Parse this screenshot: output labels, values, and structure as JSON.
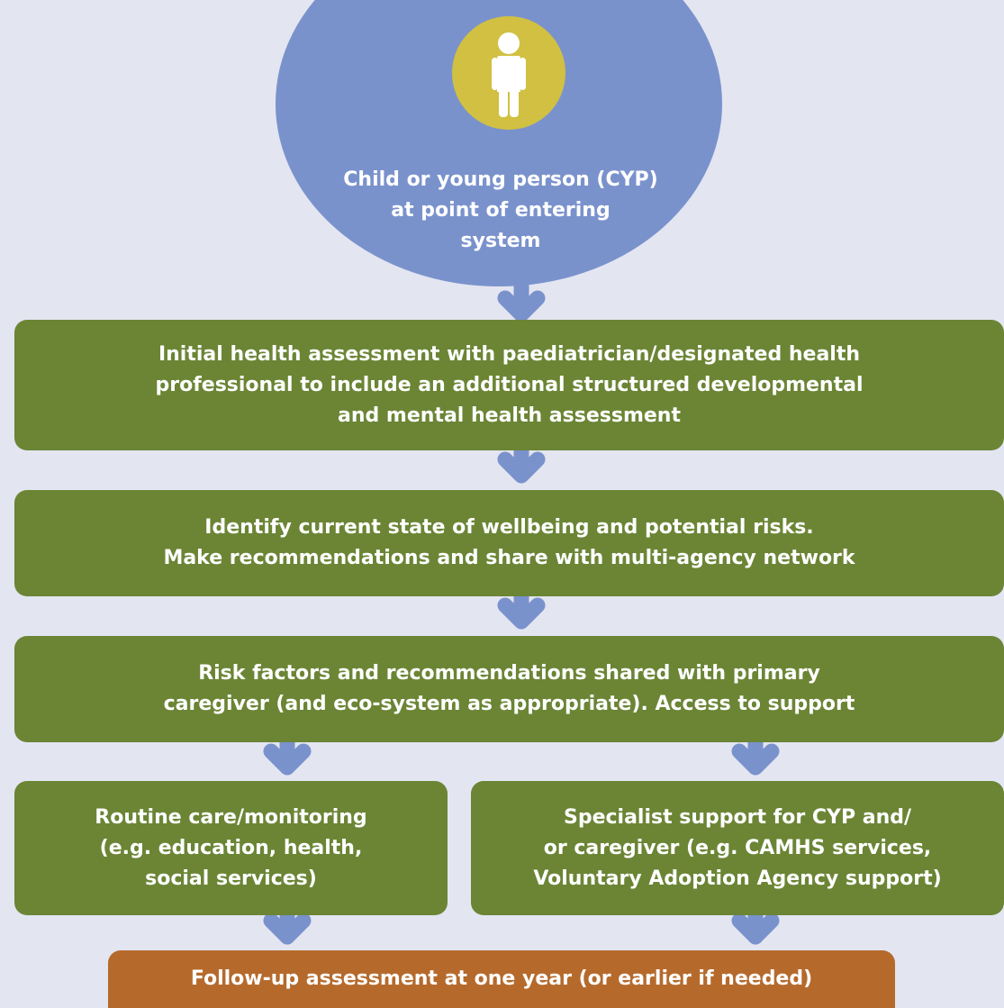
{
  "start_node": {
    "icon": "person-icon",
    "lines": [
      "Child or young person (CYP)",
      "at point of entering",
      "system"
    ]
  },
  "steps": [
    {
      "lines": [
        "Initial health assessment with paediatrician/designated health",
        "professional to include an additional structured developmental",
        "and mental health assessment"
      ]
    },
    {
      "lines": [
        "Identify current state of wellbeing and potential risks.",
        "Make recommendations and share with multi-agency network"
      ]
    },
    {
      "lines": [
        "Risk factors and recommendations shared with primary",
        "caregiver (and eco-system as appropriate). Access to support"
      ]
    }
  ],
  "branches": [
    {
      "lines": [
        "Routine care/monitoring",
        "(e.g. education, health,",
        "social services)"
      ]
    },
    {
      "lines": [
        "Specialist support for CYP and/",
        "or caregiver (e.g. CAMHS services,",
        "Voluntary Adoption Agency support)"
      ]
    }
  ],
  "end_node": {
    "lines": [
      "Follow-up assessment at one year (or earlier if needed)"
    ]
  },
  "colors": {
    "background": "#e3e5f1",
    "ellipse": "#7a92cc",
    "avatar_circle": "#d1c042",
    "step_box": "#6b8535",
    "end_box": "#b56a2c",
    "arrow": "#7a92cc",
    "text": "#ffffff"
  }
}
